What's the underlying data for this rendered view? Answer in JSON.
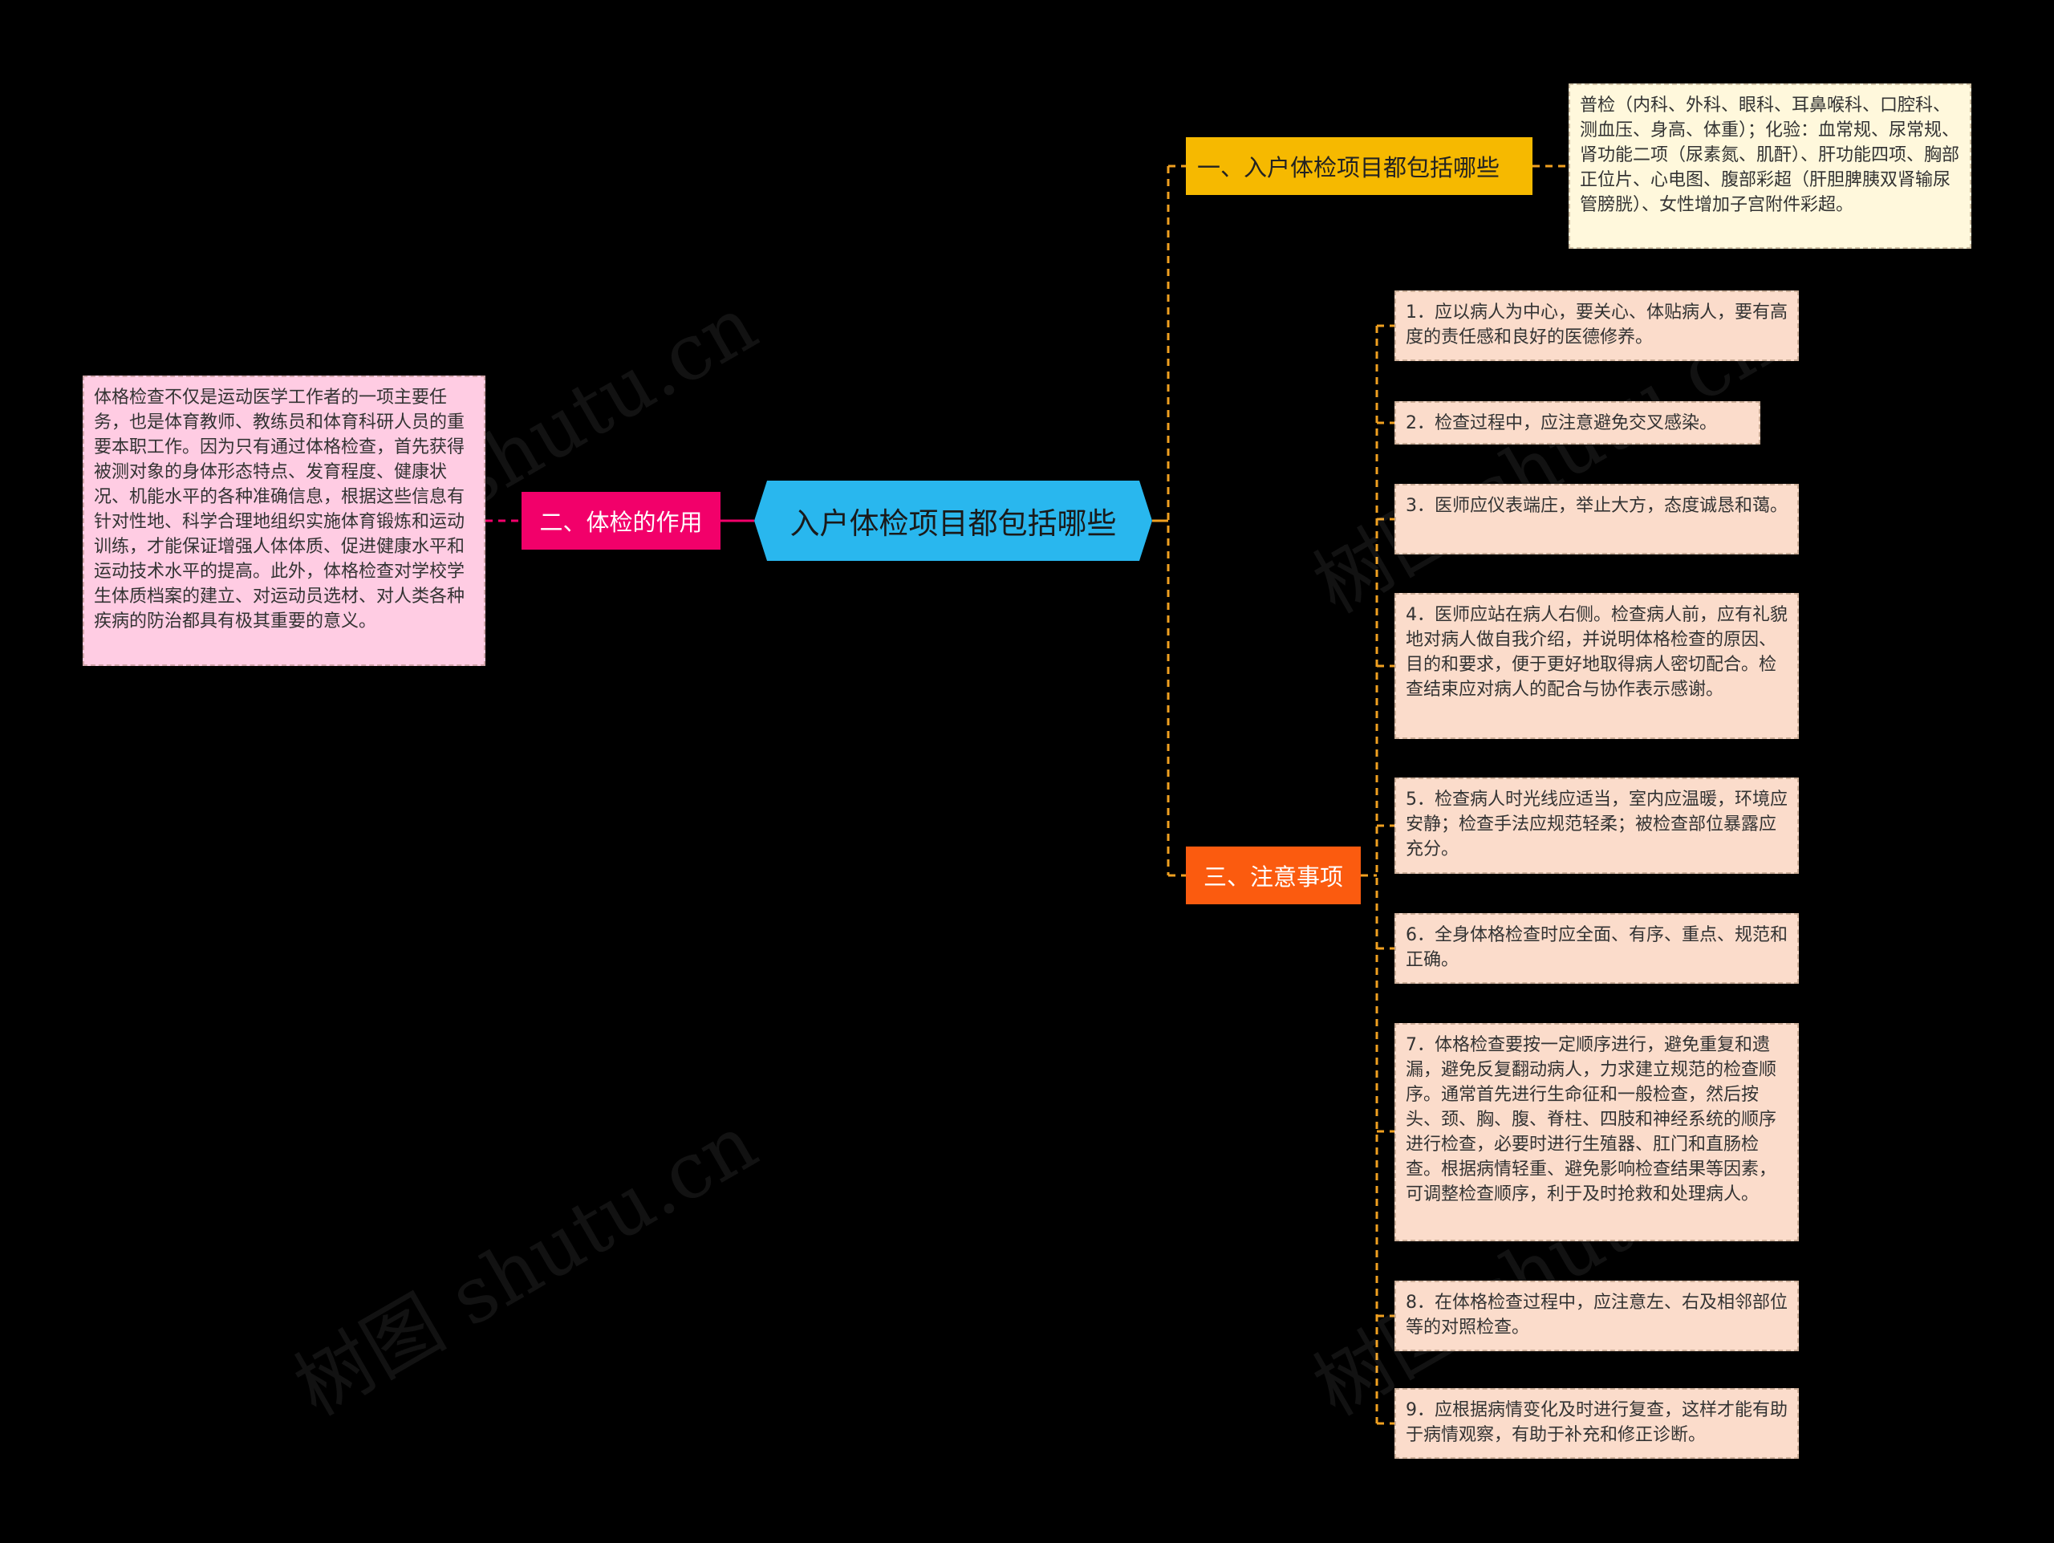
{
  "root": {
    "label": "入户体检项目都包括哪些"
  },
  "branches": {
    "items": {
      "label": "一、入户体检项目都包括哪些",
      "detail": "普检（内科、外科、眼科、耳鼻喉科、口腔科、测血压、身高、体重）；化验：血常规、尿常规、肾功能二项（尿素氮、肌酐）、肝功能四项、胸部正位片、心电图、腹部彩超（肝胆脾胰双肾输尿管膀胱）、女性增加子宫附件彩超。"
    },
    "role": {
      "label": "二、体检的作用",
      "detail": "体格检查不仅是运动医学工作者的一项主要任务，也是体育教师、教练员和体育科研人员的重要本职工作。因为只有通过体格检查，首先获得被测对象的身体形态特点、发育程度、健康状况、机能水平的各种准确信息，根据这些信息有针对性地、科学合理地组织实施体育锻炼和运动训练，才能保证增强人体体质、促进健康水平和运动技术水平的提高。此外，体格检查对学校学生体质档案的建立、对运动员选材、对人类各种疾病的防治都具有极其重要的意义。"
    },
    "notes": {
      "label": "三、注意事项",
      "items": [
        "1．应以病人为中心，要关心、体贴病人，要有高度的责任感和良好的医德修养。",
        "2．检查过程中，应注意避免交叉感染。",
        "3．医师应仪表端庄，举止大方，态度诚恳和蔼。",
        "4．医师应站在病人右侧。检查病人前，应有礼貌地对病人做自我介绍，并说明体格检查的原因、目的和要求，便于更好地取得病人密切配合。检查结束应对病人的配合与协作表示感谢。",
        "5．检查病人时光线应适当，室内应温暖，环境应安静；检查手法应规范轻柔；被检查部位暴露应充分。",
        "6．全身体格检查时应全面、有序、重点、规范和正确。",
        "7．体格检查要按一定顺序进行，避免重复和遗漏，避免反复翻动病人，力求建立规范的检查顺序。通常首先进行生命征和一般检查，然后按头、颈、胸、腹、脊柱、四肢和神经系统的顺序进行检查，必要时进行生殖器、肛门和直肠检查。根据病情轻重、避免影响检查结果等因素，可调整检查顺序，利于及时抢救和处理病人。",
        "8．在体格检查过程中，应注意左、右及相邻部位等的对照检查。",
        "9．应根据病情变化及时进行复查，这样才能有助于病情观察，有助于补充和修正诊断。"
      ]
    }
  },
  "watermark": "树图 shutu.cn",
  "colors": {
    "root": "#29b7ee",
    "branch1": "#f6b900",
    "branch2": "#f2006a",
    "branch3": "#fb5b0f",
    "link": "#f0a020"
  }
}
